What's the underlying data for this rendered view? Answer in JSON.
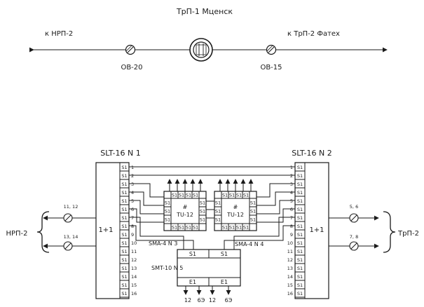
{
  "top": {
    "title": "ТрП-1 Мценск",
    "left_dest": "к НРП-2",
    "right_dest": "к ТрП-2 Фатех",
    "left_port": "ОВ-20",
    "right_port": "ОВ-15"
  },
  "left_mux": {
    "name": "SLT-16 N 1",
    "ratio": "1+1",
    "outside": "НРП-2",
    "fiber_a": "11, 12",
    "fiber_b": "13, 14"
  },
  "right_mux": {
    "name": "SLT-16 N 2",
    "ratio": "1+1",
    "outside": "ТрП-2",
    "fiber_a": "5, 6",
    "fiber_b": "7, 8"
  },
  "slot_label": "S1",
  "slots": [
    "1",
    "2",
    "3",
    "4",
    "5",
    "6",
    "7",
    "8",
    "9",
    "10",
    "11",
    "12",
    "13",
    "14",
    "15",
    "16"
  ],
  "tu_left": {
    "title": "TU-12",
    "hash": "#"
  },
  "tu_right": {
    "title": "TU-12",
    "hash": "#"
  },
  "sma_left": "SMA-4 N 3",
  "sma_right": "SMA-4 N 4",
  "smt": {
    "label": "SMT-10 N 5",
    "top_cells": [
      "S1",
      "S1"
    ],
    "bottom_cells": [
      "E1",
      "E1"
    ],
    "codes": [
      "12",
      "6Э",
      "12",
      "6Э"
    ]
  }
}
